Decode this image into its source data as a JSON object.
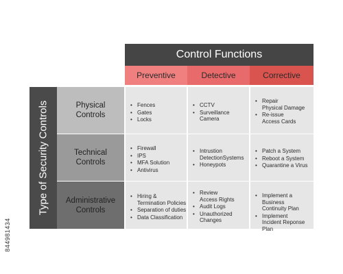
{
  "colors": {
    "header_dark": "#454545",
    "preventive": "#f08080",
    "detective": "#e86a6a",
    "corrective": "#d9534f",
    "side_band": "#4a4a4a",
    "row_physical": "#bdbdbd",
    "row_technical": "#9a9a9a",
    "row_administrative": "#6e6e6e",
    "cell_bg": "#e6e6e6"
  },
  "header": {
    "title": "Control Functions",
    "columns": [
      "Preventive",
      "Detective",
      "Corrective"
    ]
  },
  "side_label": "Type of Security Controls",
  "rows": [
    {
      "label_line1": "Physical",
      "label_line2": "Controls",
      "preventive": [
        "Fences",
        "Gates",
        "Locks"
      ],
      "detective": [
        "CCTV",
        "Surveillance",
        "Camera"
      ],
      "corrective": [
        "Repair",
        "Physical Damage",
        "Re-issue",
        "Access Cards"
      ]
    },
    {
      "label_line1": "Technical",
      "label_line2": "Controls",
      "preventive": [
        "Firewall",
        "IPS",
        "MFA Solution",
        "Antivirus"
      ],
      "detective": [
        "Intrustion",
        "DetectionSystems",
        "Honeypots"
      ],
      "corrective": [
        "Patch a System",
        "Reboot a System",
        "Quarantine a Virus"
      ]
    },
    {
      "label_line1": "Administrative",
      "label_line2": "Controls",
      "preventive": [
        "Hiring &",
        "Termination Policies",
        "Separation of duties",
        "Data Classification"
      ],
      "detective": [
        "Review",
        "Access Rights",
        "Audit Logs",
        "Unauthorized",
        "Changes"
      ],
      "corrective": [
        "Implement a Business",
        "Continuity Plan",
        "Implement",
        "Incident Reponse Plan"
      ]
    }
  ],
  "watermark": "844981434"
}
